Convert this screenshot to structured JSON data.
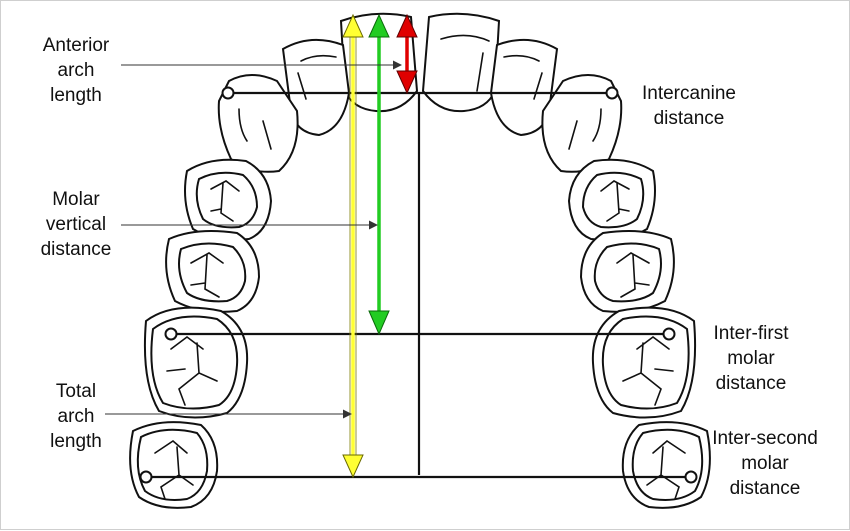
{
  "labels": {
    "anterior": [
      "Anterior",
      "arch",
      "length"
    ],
    "molar_vertical": [
      "Molar",
      "vertical",
      "distance"
    ],
    "total": [
      "Total",
      "arch",
      "length"
    ],
    "intercanine": [
      "Intercanine",
      "distance"
    ],
    "inter_first": [
      "Inter-first",
      "molar",
      "distance"
    ],
    "inter_second": [
      "Inter-second",
      "molar",
      "distance"
    ]
  },
  "colors": {
    "total_arch_arrow": "#ffff33",
    "molar_vertical_arrow": "#22cc22",
    "anterior_arch_arrow": "#e00000",
    "outline": "#111111"
  }
}
